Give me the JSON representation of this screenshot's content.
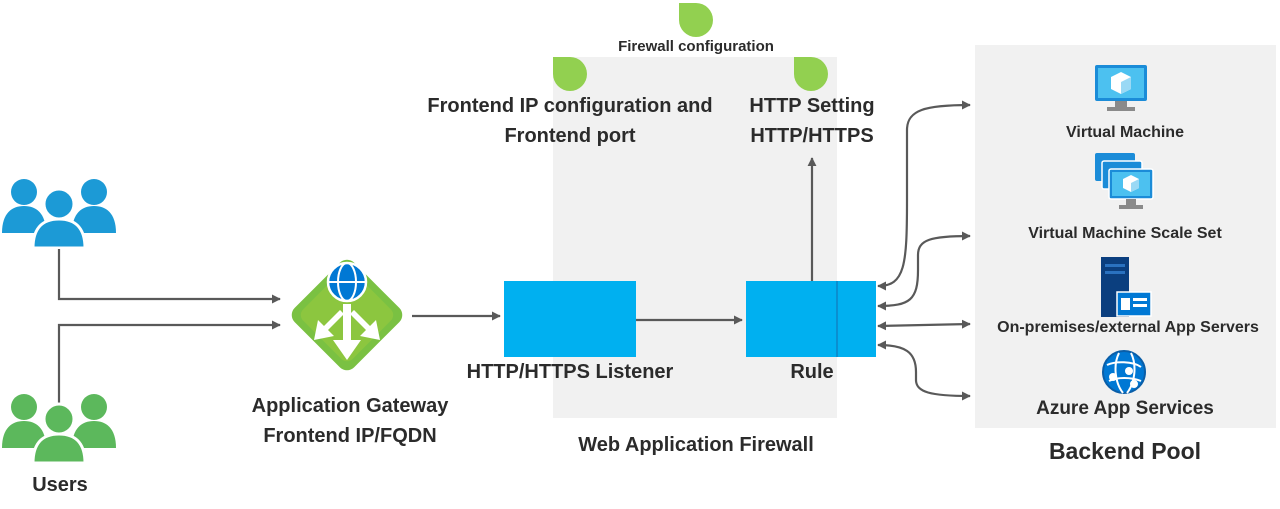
{
  "colors": {
    "panel": "#f1f1f1",
    "connector": "#595959",
    "listener_fill": "#00b0f0",
    "rule_fill": "#00b0f0",
    "rule_accent": "#0ea5e9",
    "marker_green": "#92d050",
    "users_blue": "#1c9ad6",
    "users_green": "#5cb85c",
    "gateway_green": "#7ac142"
  },
  "markers": {
    "firewall_label": "Firewall configuration",
    "frontend_label_line1": "Frontend IP configuration and",
    "frontend_label_line2": "Frontend port",
    "http_setting_line1": "HTTP Setting",
    "http_setting_line2": "HTTP/HTTPS"
  },
  "users": {
    "label": "Users",
    "icons": [
      "users-icon",
      "users-icon"
    ]
  },
  "gateway": {
    "label_line1": "Application Gateway",
    "label_line2": "Frontend IP/FQDN",
    "icon": "application-gateway-icon"
  },
  "listener": {
    "label": "HTTP/HTTPS Listener"
  },
  "rule": {
    "label": "Rule"
  },
  "waf": {
    "label": "Web Application Firewall"
  },
  "backend": {
    "title": "Backend Pool",
    "items": [
      {
        "label": "Virtual Machine",
        "icon": "virtual-machine-icon"
      },
      {
        "label": "Virtual Machine Scale Set",
        "icon": "vm-scale-set-icon"
      },
      {
        "label": "On-premises/external App Servers",
        "icon": "app-server-icon"
      },
      {
        "label": "Azure App Services",
        "icon": "app-services-icon"
      }
    ]
  }
}
